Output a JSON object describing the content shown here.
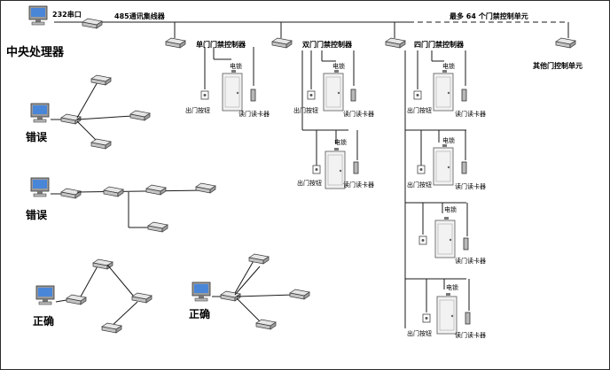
{
  "top": {
    "port_label": "232串口",
    "hub_label": "485通讯集线器",
    "max_units_label": "最多 64 个门禁控制单元",
    "single_label": "单门门禁控制器",
    "double_label": "双门门禁控制器",
    "quad_label": "四门门禁控制器",
    "other_label": "其他门控制单元"
  },
  "cpu_label": "中央处理器",
  "device": {
    "lock_label": "电锁",
    "exit_button_label": "出门按钮",
    "reader_label": "读门读卡器"
  },
  "examples": {
    "wrong": "错误",
    "right": "正确"
  }
}
